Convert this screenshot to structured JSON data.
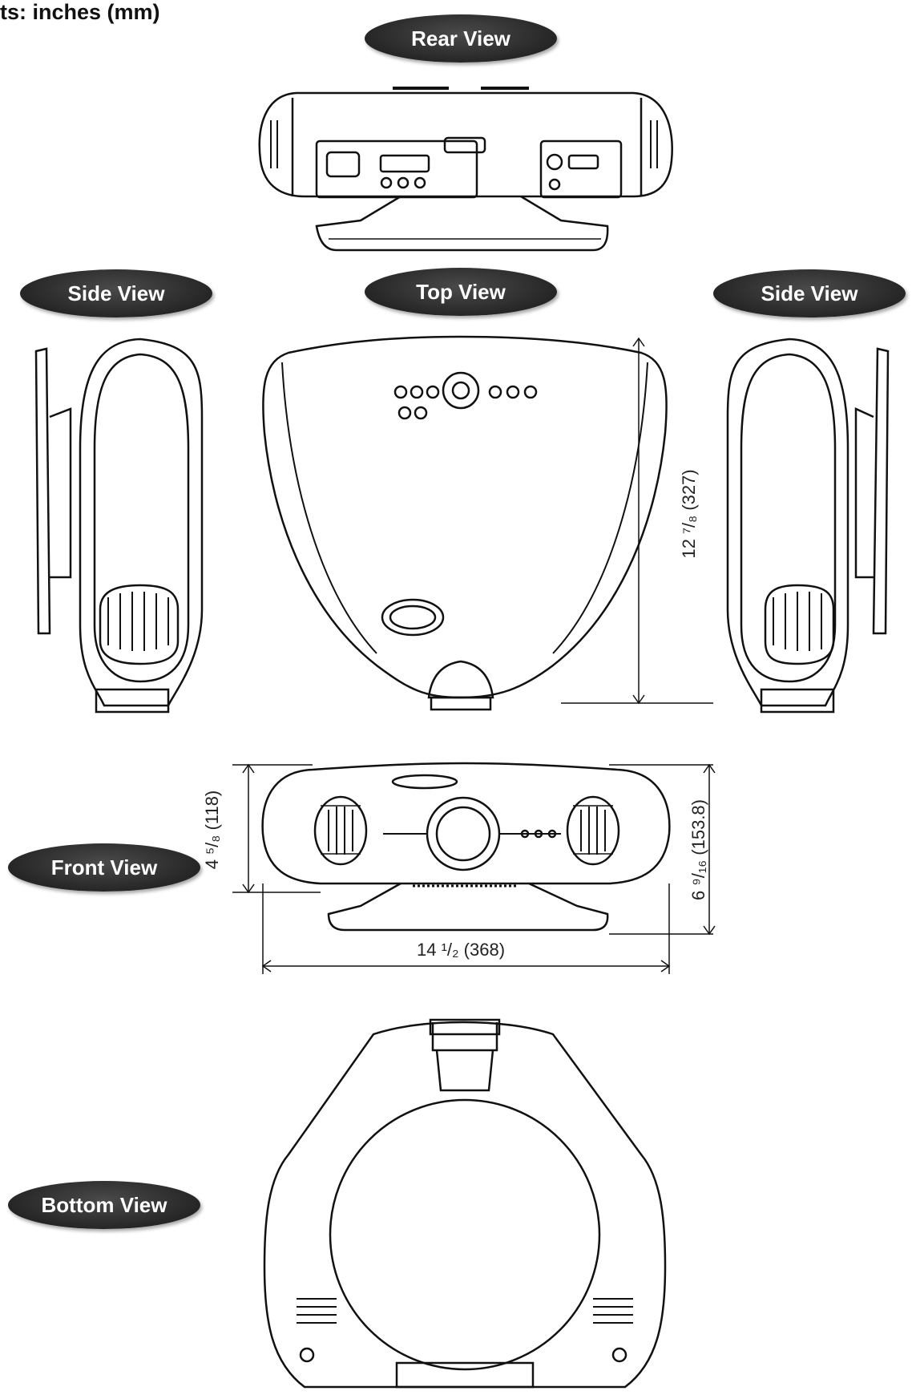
{
  "units_label": "ts: inches (mm)",
  "views": {
    "rear": "Rear View",
    "top": "Top View",
    "side_left": "Side View",
    "side_right": "Side View",
    "front": "Front View",
    "bottom": "Bottom View"
  },
  "dimensions": {
    "depth": "12 ⁷/₈ (327)",
    "height_body": "4 ⁵/₈ (118)",
    "height_total": "6 ⁹/₁₆ (153.8)",
    "width": "14 ¹/₂ (368)"
  }
}
